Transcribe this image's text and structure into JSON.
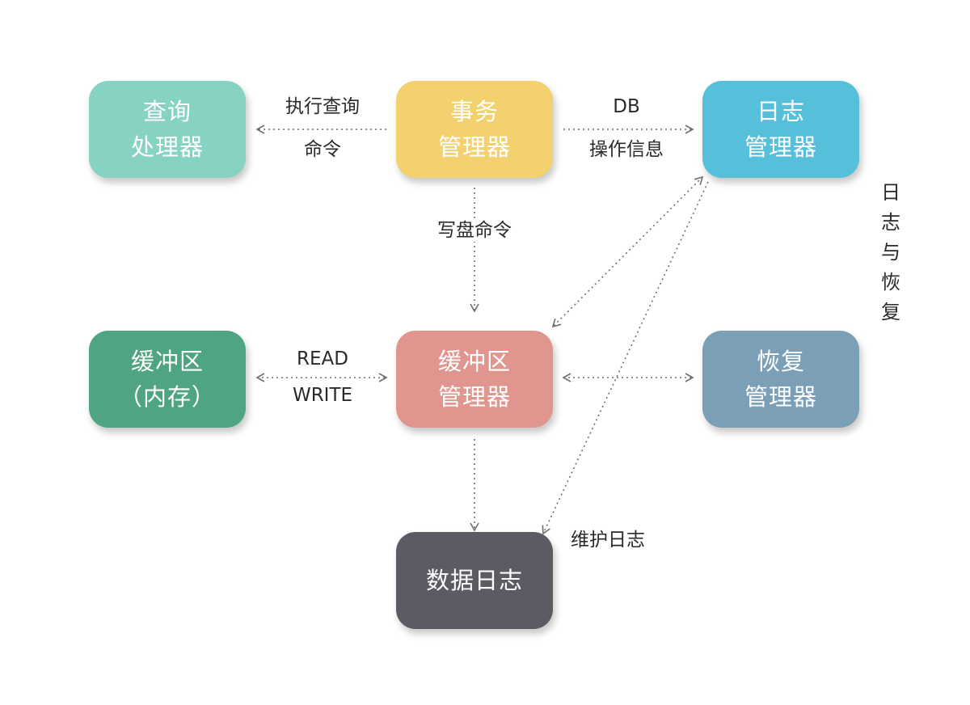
{
  "nodes": {
    "query_processor": {
      "line1": "查询",
      "line2": "处理器",
      "color": "#86d3c3"
    },
    "transaction_manager": {
      "line1": "事务",
      "line2": "管理器",
      "color": "#f3d16e"
    },
    "log_manager": {
      "line1": "日志",
      "line2": "管理器",
      "color": "#56bfd9"
    },
    "buffer_memory": {
      "line1": "缓冲区",
      "line2": "（内存）",
      "color": "#4fa482"
    },
    "buffer_manager": {
      "line1": "缓冲区",
      "line2": "管理器",
      "color": "#e0968f"
    },
    "recovery_manager": {
      "line1": "恢复",
      "line2": "管理器",
      "color": "#7b9fb6"
    },
    "data_log": {
      "line1": "数据日志",
      "color": "#5c5b64"
    }
  },
  "edge_labels": {
    "exec_query_line1": "执行查询",
    "exec_query_line2": "命令",
    "db_op_line1": "DB",
    "db_op_line2": "操作信息",
    "write_disk": "写盘命令",
    "read": "READ",
    "write": "WRITE",
    "maintain_log": "维护日志",
    "log_recovery": [
      "日",
      "志",
      "与",
      "恢",
      "复"
    ]
  },
  "edge_color": "#6f6f6f"
}
